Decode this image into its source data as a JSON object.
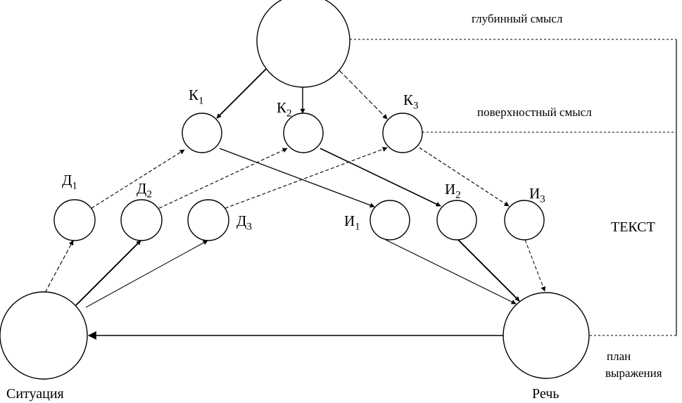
{
  "labels": {
    "deep_meaning": "глубинный смысл",
    "surface_meaning": "поверхностный смысл",
    "text": "ТЕКСТ",
    "plan_line1": "план",
    "plan_line2": "выражения",
    "situation": "Ситуация",
    "speech": "Речь"
  },
  "nodes": {
    "k1": {
      "base": "К",
      "sub": "1"
    },
    "k2": {
      "base": "К",
      "sub": "2"
    },
    "k3": {
      "base": "К",
      "sub": "3"
    },
    "d1": {
      "base": "Д",
      "sub": "1"
    },
    "d2": {
      "base": "Д",
      "sub": "2"
    },
    "d3": {
      "base": "Д",
      "sub": "3"
    },
    "i1": {
      "base": "И",
      "sub": "1"
    },
    "i2": {
      "base": "И",
      "sub": "2"
    },
    "i3": {
      "base": "И",
      "sub": "3"
    }
  }
}
